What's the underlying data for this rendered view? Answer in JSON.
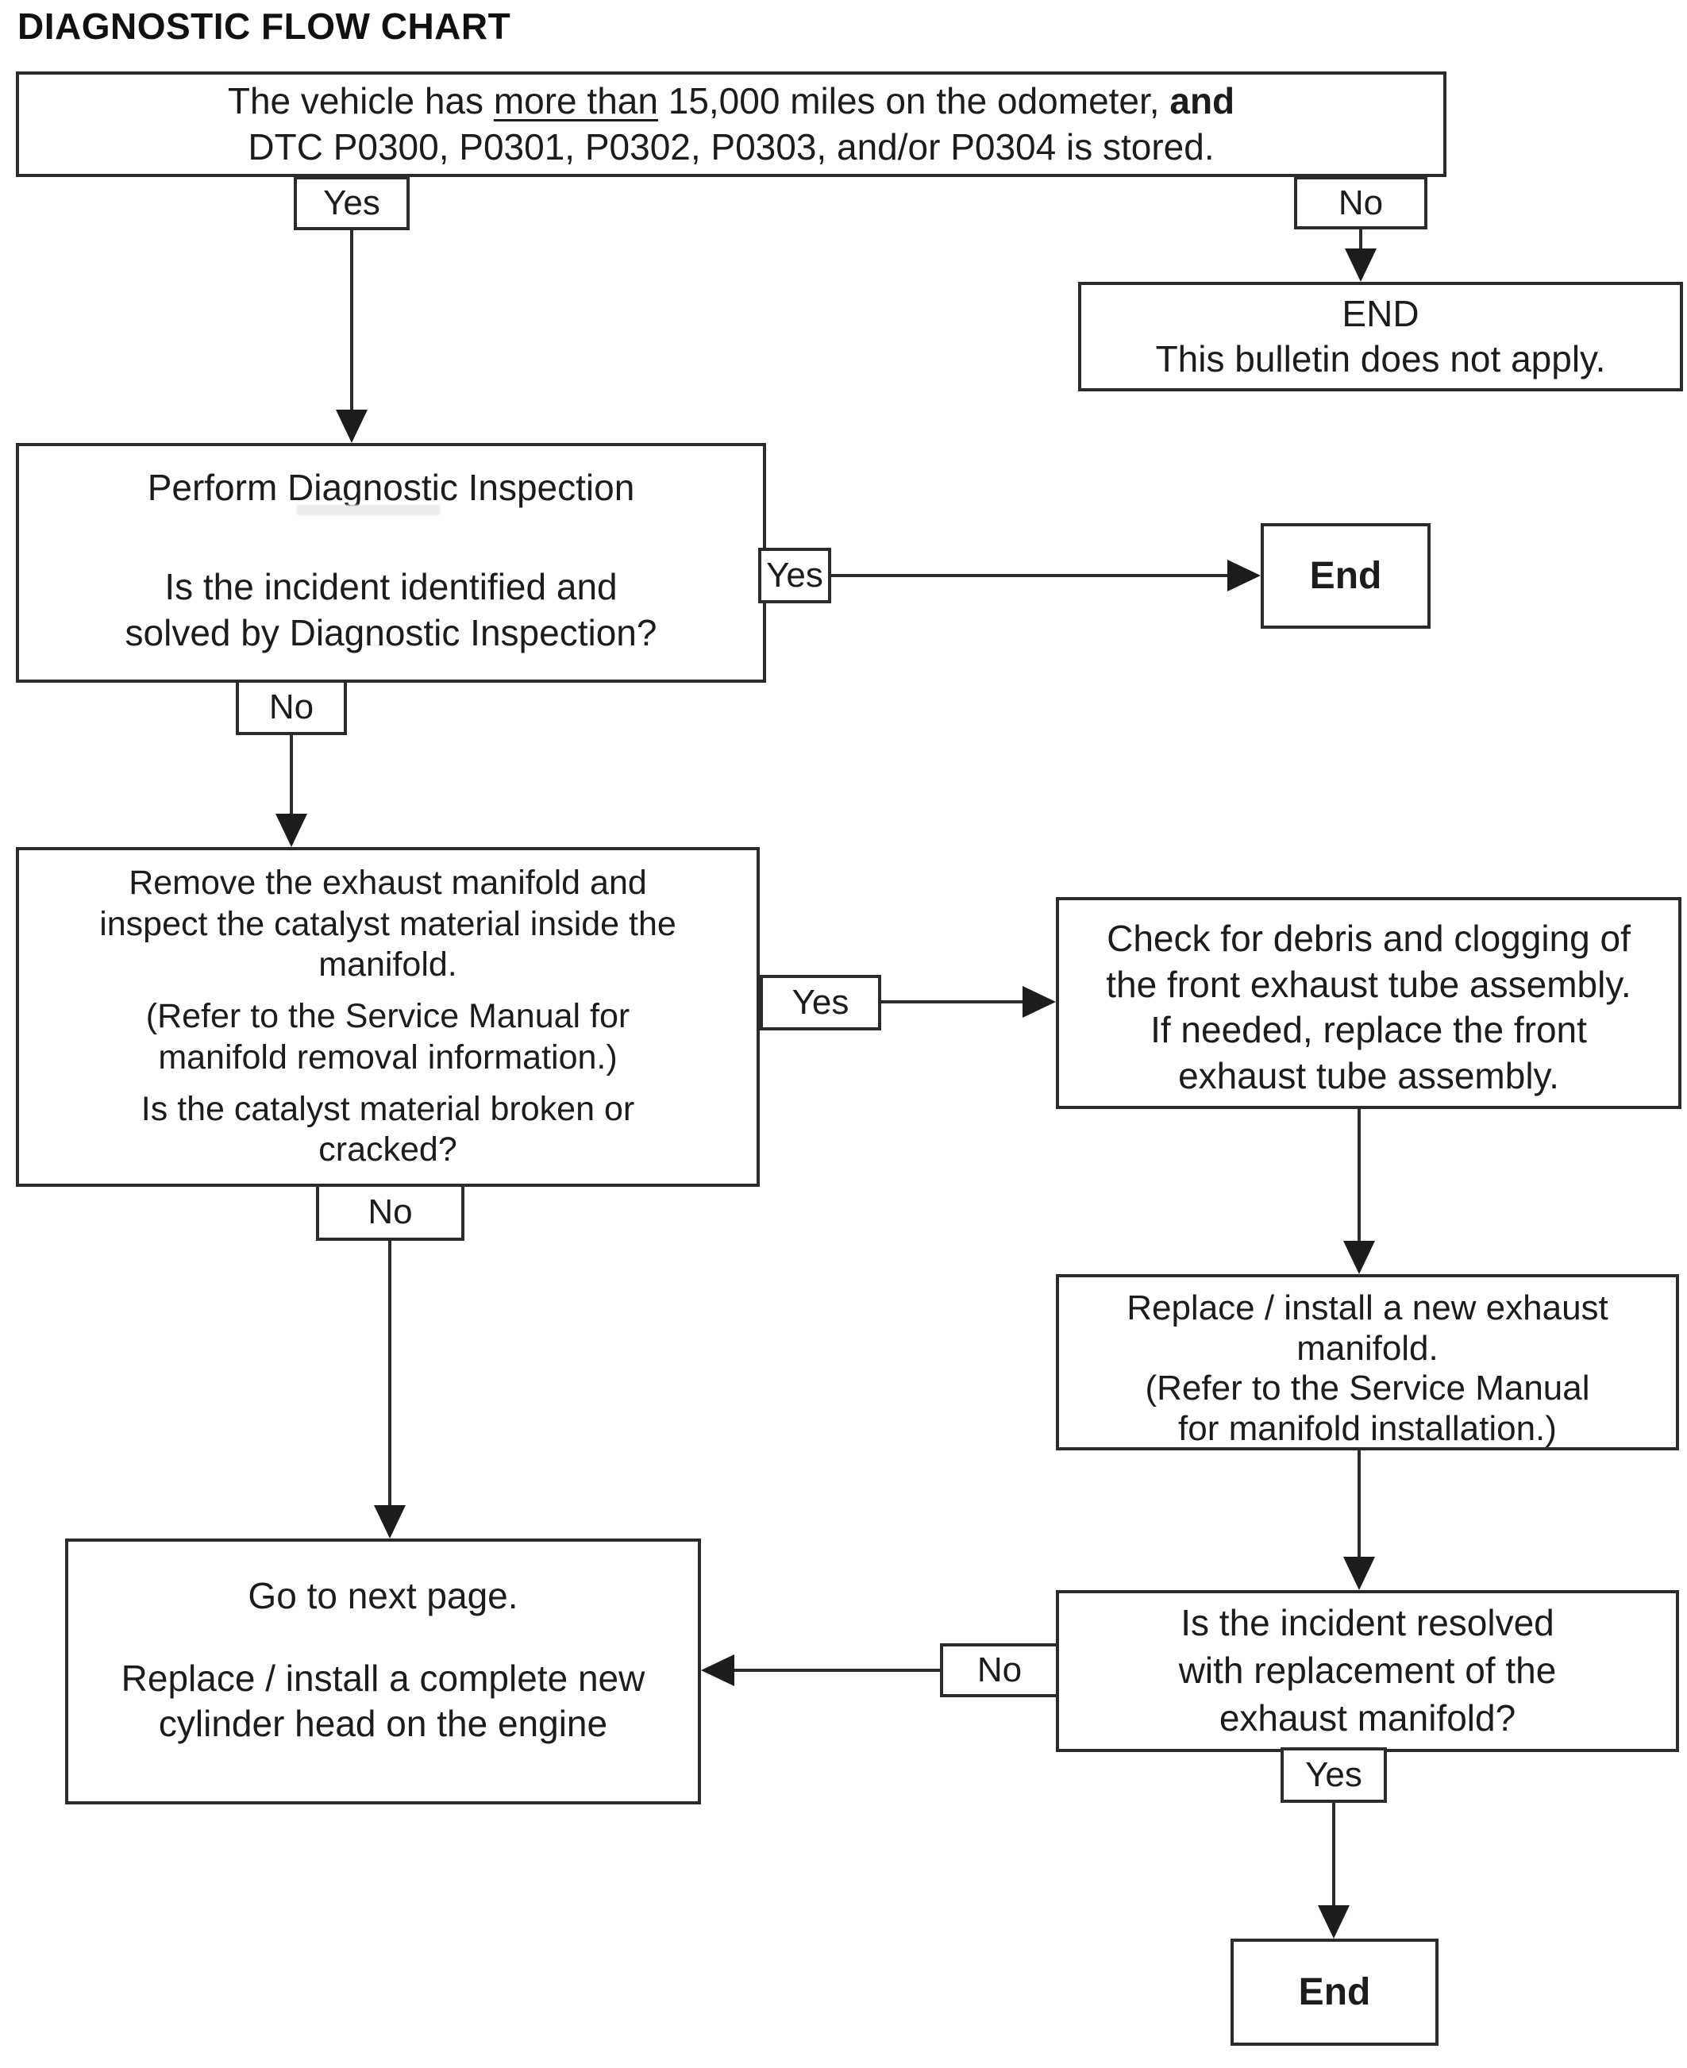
{
  "title": "DIAGNOSTIC FLOW CHART",
  "labels": {
    "yes": "Yes",
    "no": "No"
  },
  "colors": {
    "ink": "#2b2b2b",
    "background": "#ffffff"
  },
  "nodes": {
    "condition": {
      "line1_pre": "The vehicle has ",
      "line1_underline": "more than",
      "line1_mid": " 15,000 miles on the odometer, ",
      "line1_bold": "and",
      "line2": "DTC P0300, P0301, P0302, P0303, and/or P0304 is stored."
    },
    "end_bulletin": "END\nThis bulletin does not apply.",
    "diagnostic": {
      "step": "Perform Diagnostic Inspection",
      "question": "Is the incident identified and\nsolved by Diagnostic Inspection?"
    },
    "end_after_diagnostic": "End",
    "remove_manifold": {
      "step": "Remove the exhaust manifold and\ninspect the catalyst material inside the\nmanifold.",
      "note": "(Refer to the Service Manual for\nmanifold removal information.)",
      "question": "Is the catalyst material broken or\ncracked?"
    },
    "check_debris": {
      "step": "Check for debris and clogging of\nthe front exhaust tube assembly.",
      "action": "If needed, replace the front\nexhaust tube assembly."
    },
    "replace_manifold": {
      "step": "Replace / install a new exhaust\nmanifold.",
      "note": "(Refer to the Service Manual\nfor manifold installation.)"
    },
    "resolved_question": "Is the incident resolved\nwith replacement of the\nexhaust manifold?",
    "goto_next": {
      "p1": "Go to next page.",
      "p2": "Replace / install a complete new\ncylinder head on the engine"
    },
    "end_final": "End"
  }
}
